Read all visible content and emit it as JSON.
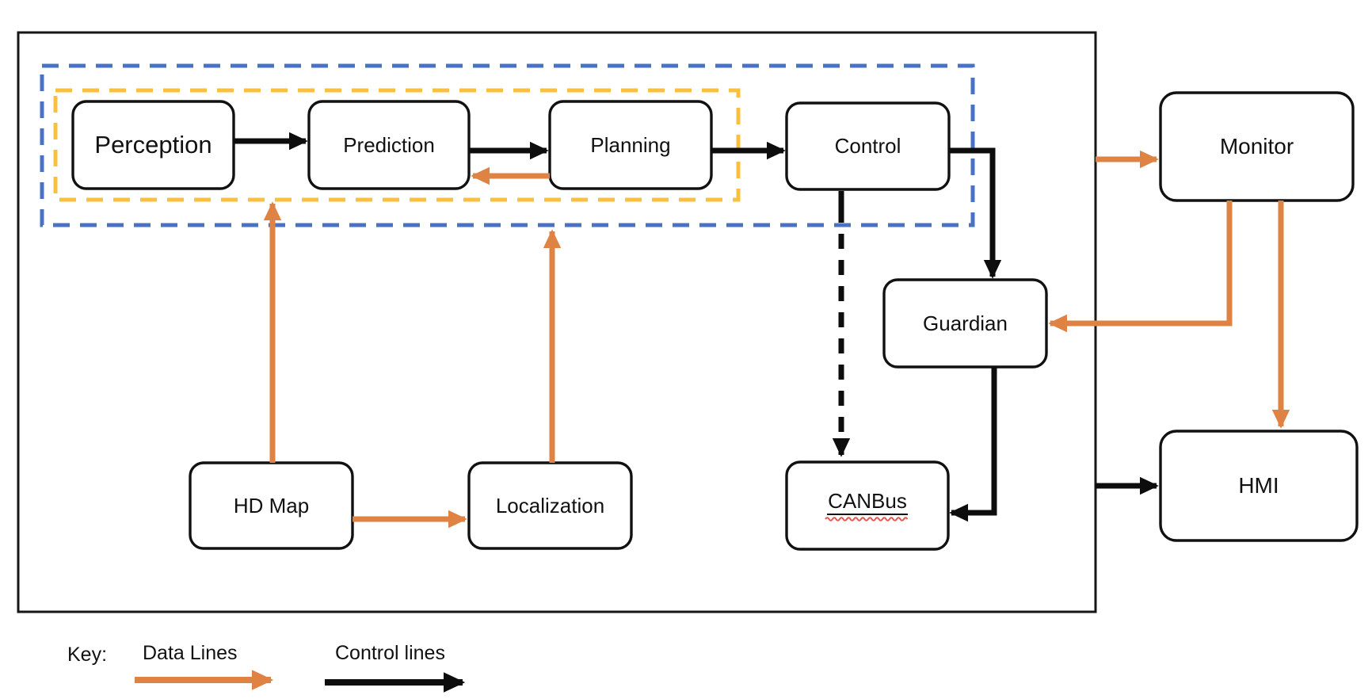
{
  "nodes": {
    "perception": {
      "label": "Perception"
    },
    "prediction": {
      "label": "Prediction"
    },
    "planning": {
      "label": "Planning"
    },
    "control": {
      "label": "Control"
    },
    "guardian": {
      "label": "Guardian"
    },
    "hd_map": {
      "label": "HD Map"
    },
    "localization": {
      "label": "Localization"
    },
    "canbus": {
      "label": "CANBus"
    },
    "monitor": {
      "label": "Monitor"
    },
    "hmi": {
      "label": "HMI"
    }
  },
  "key": {
    "title": "Key:",
    "data_lines_label": "Data Lines",
    "control_lines_label": "Control lines"
  },
  "colors": {
    "data_line": "#de8344",
    "control_line": "#0d0d0d",
    "blue_group": "#4a72c4",
    "yellow_group": "#f9c03f",
    "spellcheck": "#e05a50"
  },
  "edges": [
    {
      "from": "perception",
      "to": "prediction",
      "type": "control"
    },
    {
      "from": "prediction",
      "to": "planning",
      "type": "control"
    },
    {
      "from": "planning",
      "to": "prediction",
      "type": "data"
    },
    {
      "from": "planning",
      "to": "control",
      "type": "control"
    },
    {
      "from": "control",
      "to": "guardian",
      "type": "control"
    },
    {
      "from": "control",
      "to": "canbus",
      "type": "control-dashed"
    },
    {
      "from": "guardian",
      "to": "canbus",
      "type": "control"
    },
    {
      "from": "hd_map",
      "to": "perception-prediction-group",
      "type": "data"
    },
    {
      "from": "hd_map",
      "to": "localization",
      "type": "data"
    },
    {
      "from": "localization",
      "to": "planning-group",
      "type": "data"
    },
    {
      "from": "system-boundary",
      "to": "monitor",
      "type": "data"
    },
    {
      "from": "monitor",
      "to": "guardian",
      "type": "data"
    },
    {
      "from": "monitor",
      "to": "hmi",
      "type": "data"
    },
    {
      "from": "system-boundary",
      "to": "hmi",
      "type": "control"
    }
  ]
}
